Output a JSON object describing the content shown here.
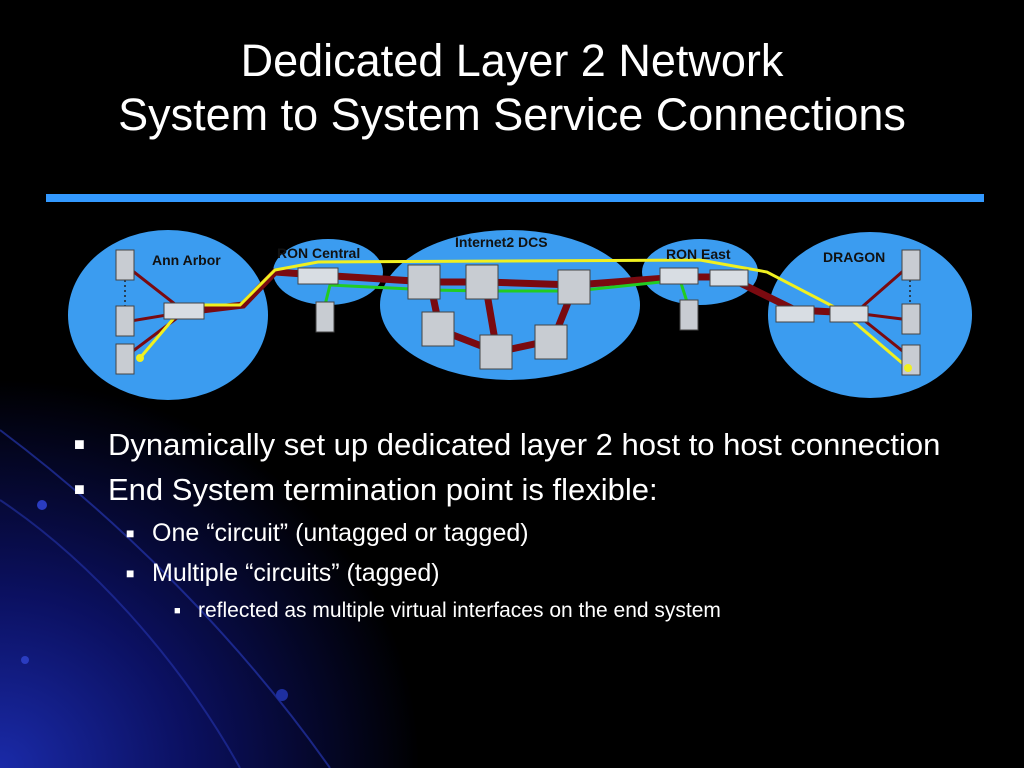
{
  "slide": {
    "title_line1": "Dedicated Layer 2 Network",
    "title_line2": "System to System Service Connections"
  },
  "diagram": {
    "labels": {
      "ann_arbor": "Ann Arbor",
      "ron_central": "RON Central",
      "internet2_dcs": "Internet2 DCS",
      "ron_east": "RON East",
      "dragon": "DRAGON"
    },
    "colors": {
      "cloud": "#3b9cf0",
      "backbone": "#7a0a10",
      "path_yellow": "#f0f020",
      "path_green": "#22cc22"
    }
  },
  "bullets": {
    "item1": "Dynamically set up dedicated layer 2 host to host connection",
    "item2": "End System termination point is flexible:",
    "sub1": "One “circuit” (untagged or tagged)",
    "sub2": "Multiple “circuits” (tagged)",
    "subsub1": "reflected as multiple virtual interfaces on the end system"
  },
  "icons": {
    "bullet": "square-bullet-icon"
  }
}
